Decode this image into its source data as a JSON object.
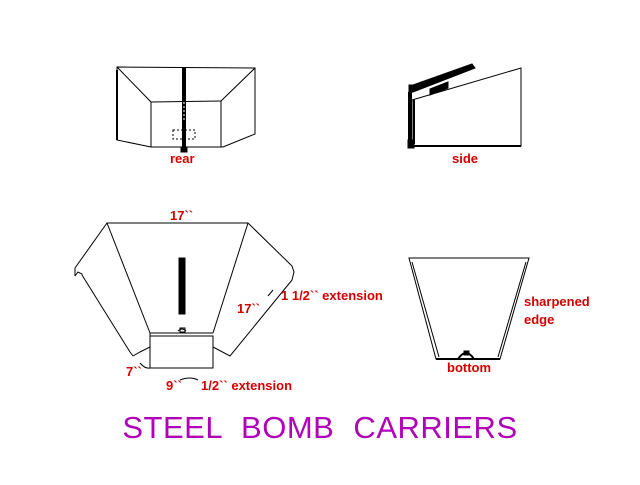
{
  "title": "STEEL  BOMB  CARRIERS",
  "views": {
    "rear": "rear",
    "side": "side",
    "bottom": "bottom"
  },
  "dimensions": {
    "top_width": "17``",
    "side_length": "17``",
    "extension_side": "1 1/2`` extension",
    "bottom_height": "7``",
    "bottom_width": "9``",
    "extension_bottom": "1/2`` extension"
  },
  "annotations": {
    "sharpened": "sharpened",
    "edge": "edge"
  },
  "colors": {
    "label": "#d40000",
    "title": "#b000b8",
    "ink": "#000000"
  }
}
